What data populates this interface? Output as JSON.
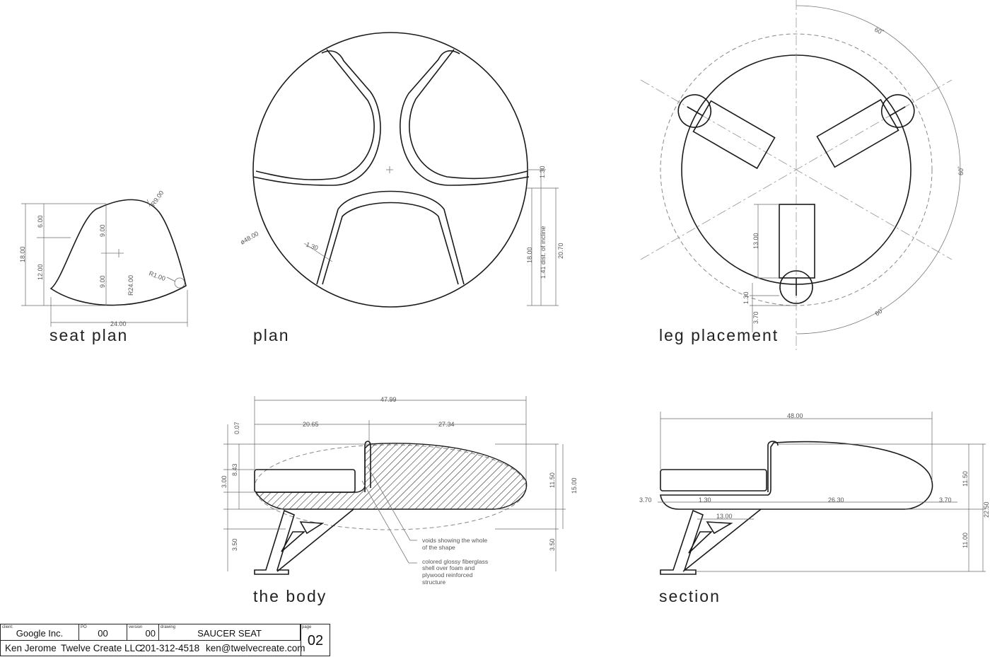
{
  "views": {
    "seat_plan": {
      "caption": "seat plan",
      "dims": {
        "d1": "6.00",
        "d2": "9.00",
        "d3": "18.00",
        "d4": "12.00",
        "d5": "9.00",
        "r1": "R9.00",
        "r2": "R24.00",
        "r3": "R1.00",
        "w": "24.00"
      }
    },
    "plan": {
      "caption": "plan",
      "dims": {
        "dia": "ø48.00",
        "gap": "1.30",
        "top": "1.30",
        "incline": "1.41 dist. of incline",
        "h1": "18.00",
        "h2": "20.70"
      }
    },
    "leg_placement": {
      "caption": "leg placement",
      "dims": {
        "a1": "60˚",
        "a2": "60˚",
        "a3": "60˚",
        "leg": "13.00",
        "s1": "1.30",
        "s2": "3.70"
      }
    },
    "the_body": {
      "caption": "the body",
      "dims": {
        "total": "47.99",
        "left": "20.65",
        "right": "27.34",
        "v1": "0.07",
        "v2": "8.43",
        "v3": "3.00",
        "v4": "11.50",
        "v5": "15.00",
        "v6": "3.50",
        "v7": "3.50"
      },
      "notes": {
        "voids": [
          "voids showing the whole",
          "of the shape"
        ],
        "shell": [
          "colored glossy fiberglass",
          "shell over foam and",
          "plywood reinforced",
          "structure"
        ]
      }
    },
    "section": {
      "caption": "section",
      "dims": {
        "total": "48.00",
        "l1": "3.70",
        "l2": "1.30",
        "mid": "26.30",
        "r1": "3.70",
        "leg": "13.00",
        "h1": "11.50",
        "h2": "22.50",
        "h3": "11.00"
      }
    }
  },
  "title_block": {
    "client_label": "client:",
    "client": "Google Inc.",
    "po_label": "PO",
    "po": "00",
    "version_label": "version",
    "version": "00",
    "drawing_label": "drawing",
    "drawing": "SAUCER SEAT",
    "page_label": "page",
    "page": "02",
    "designer": "Ken Jerome",
    "company": "Twelve Create LLC",
    "phone": "201-312-4518",
    "email": "ken@twelvecreate.com"
  }
}
